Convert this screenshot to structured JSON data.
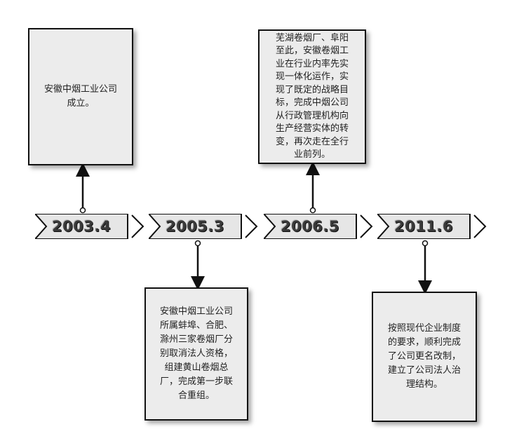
{
  "timeline": [
    {
      "year": "2003.4",
      "text": "安徽中烟工业公司\n成立。"
    },
    {
      "year": "2005.3",
      "text": "安徽中烟工业公司\n所属蚌埠、合肥、\n滁州三家卷烟厂分\n别取消法人资格，\n组建黄山卷烟总\n厂，完成第一步联\n合重组。"
    },
    {
      "year": "2006.5",
      "text": "芜湖卷烟厂、阜阳\n至此，安徽卷烟工\n业在行业内率先实\n现一体化运作，实\n现了既定的战略目\n标，完成中烟公司\n从行政管理机构向\n生产经营实体的转\n变，再次走在全行\n业前列。"
    },
    {
      "year": "2011.6",
      "text": "按照现代企业制度\n的要求，顺利完成\n了公司更名改制，\n建立了公司法人治\n理结构。"
    }
  ]
}
